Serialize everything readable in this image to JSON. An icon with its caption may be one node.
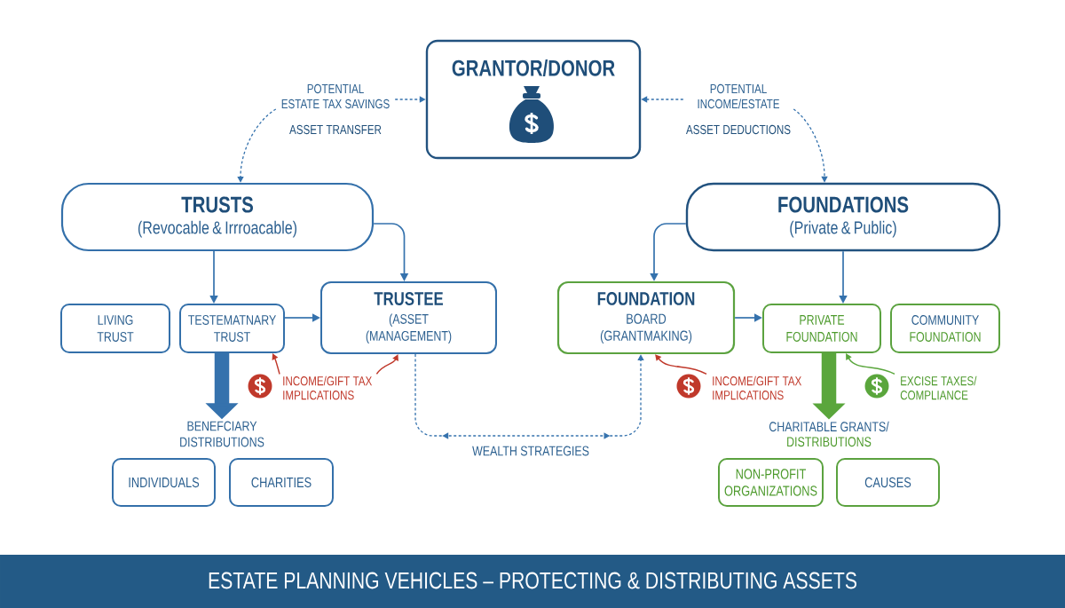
{
  "diagram": {
    "title": "ESTATE PLANNING VEHICLES – PROTECTING & DISTRIBUTING ASSETS",
    "nodes": [
      {
        "text": [
          "GRANTOR/DONOR"
        ]
      },
      {
        "text": [
          "POTENTIAL ESTATE TAX SAVINGS",
          "ASSET TRANSFER"
        ]
      },
      {
        "text": [
          "POTENTIAL INCOME/ESTATE",
          "ASSET DEDUCTIONS"
        ]
      },
      {
        "text": [
          "TRUSTS",
          "(Revocable & Irrroacable)"
        ]
      },
      {
        "text": [
          "FOUNDATIONS",
          "(Private & Public)"
        ]
      },
      {
        "text": [
          "LIVING TRUST"
        ]
      },
      {
        "text": [
          "TESTEMATNARY TRUST"
        ]
      },
      {
        "text": [
          "TRUSTEE",
          "(ASSET (MANAGEMENT)"
        ]
      },
      {
        "text": [
          "FOUNDATION",
          "BOARD (GRANTMAKING)"
        ]
      },
      {
        "text": [
          "PRIVATE FOUNDATION"
        ]
      },
      {
        "text": [
          "COMMUNITY",
          "FOUNDATION"
        ]
      },
      {
        "text": [
          "INCOME/GIFT TAX IMPLICATIONS"
        ]
      },
      {
        "text": [
          "INCOME/GIFT TAX IMPLICATIONS"
        ]
      },
      {
        "text": [
          "EXCISE TAXES/ COMPLIANCE"
        ]
      },
      {
        "text": [
          "BENEFCIARY DISTRIBUTIONS"
        ]
      },
      {
        "text": [
          "CHARITABLE GRANTS/",
          "DISTRIBUTIONS"
        ]
      },
      {
        "text": [
          "INDIVIDUALS"
        ]
      },
      {
        "text": [
          "CHARITIES"
        ]
      },
      {
        "text": [
          "NON-PROFIT ORGANIZATIONS"
        ]
      },
      {
        "text": [
          "CAUSES"
        ]
      }
    ],
    "edges": [
      {
        "from": 1,
        "to": 0,
        "arrow": "to",
        "style": "dashed"
      },
      {
        "from": 1,
        "to": 3,
        "arrow": "to",
        "style": "dashed"
      },
      {
        "from": 2,
        "to": 0,
        "arrow": "to",
        "style": "dashed"
      },
      {
        "from": 2,
        "to": 4,
        "arrow": "to",
        "style": "dashed"
      },
      {
        "from": 3,
        "to": 6,
        "arrow": "to"
      },
      {
        "from": 3,
        "to": 7,
        "arrow": "to"
      },
      {
        "from": 6,
        "to": 7,
        "arrow": "to"
      },
      {
        "from": 4,
        "to": 8,
        "arrow": "to"
      },
      {
        "from": 4,
        "to": 9,
        "arrow": "to"
      },
      {
        "from": 8,
        "to": 9,
        "arrow": "to"
      },
      {
        "from": 6,
        "to": 14,
        "arrow": "to",
        "style": "thick"
      },
      {
        "from": 9,
        "to": 15,
        "arrow": "to",
        "style": "thick",
        "color": "#5aa63c"
      },
      {
        "from": 11,
        "to": 6,
        "arrow": "to",
        "color": "#c0392b"
      },
      {
        "from": 11,
        "to": 7,
        "arrow": "to",
        "color": "#c0392b"
      },
      {
        "from": 12,
        "to": 8,
        "arrow": "to",
        "color": "#c0392b"
      },
      {
        "from": 13,
        "to": 9,
        "arrow": "to",
        "color": "#5aa63c"
      },
      {
        "from": 7,
        "to": 8,
        "arrow": "to",
        "style": "dashed",
        "label": "WEALTH STRATEGIES"
      }
    ]
  }
}
